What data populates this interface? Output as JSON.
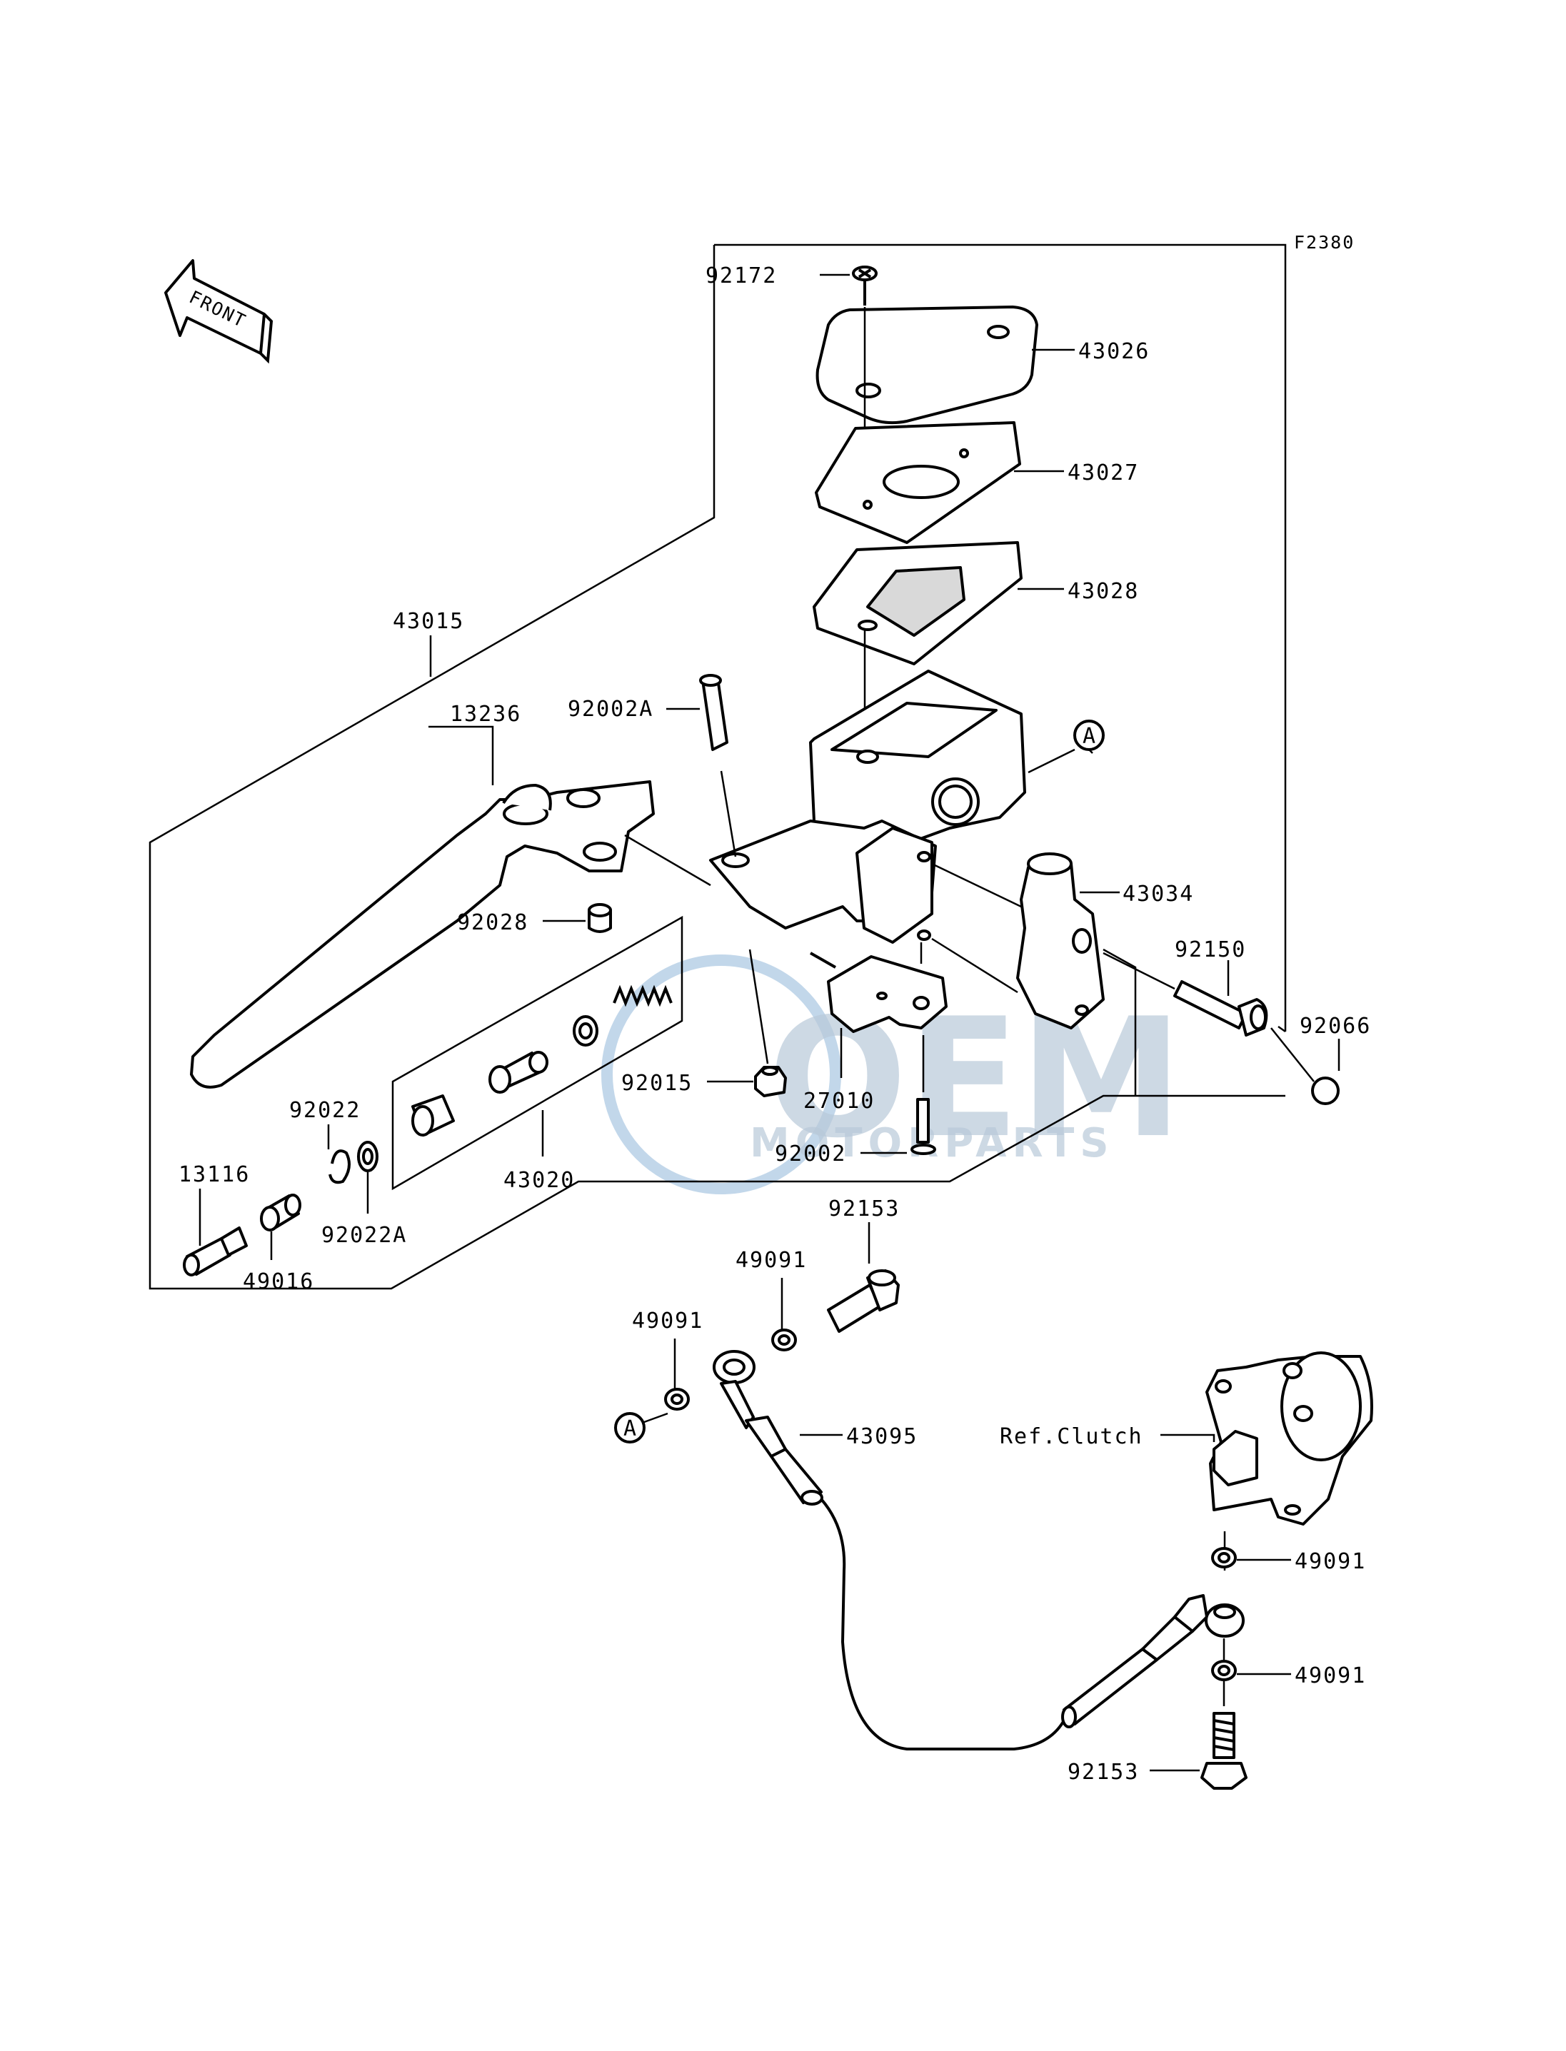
{
  "figure_code": "F2380",
  "front_arrow": {
    "text": "FRONT",
    "icon": "front-arrow-icon"
  },
  "labels": {
    "p92172": "92172",
    "p43026": "43026",
    "p43027": "43027",
    "p43028": "43028",
    "p43015": "43015",
    "p13236": "13236",
    "p92002A": "92002A",
    "p92028": "92028",
    "p43034": "43034",
    "p92150": "92150",
    "p92066": "92066",
    "p92015": "92015",
    "p27010": "27010",
    "p92002": "92002",
    "p92022": "92022",
    "p92022A": "92022A",
    "p13116": "13116",
    "p49016": "49016",
    "p43020": "43020",
    "p92153_top": "92153",
    "p49091_a": "49091",
    "p49091_b": "49091",
    "p43095": "43095",
    "ref_clutch": "Ref.Clutch",
    "p49091_c": "49091",
    "p49091_d": "49091",
    "p92153_bottom": "92153"
  },
  "ref_marks": {
    "a_top": "A",
    "a_bottom": "A"
  },
  "watermark": {
    "brand": "OEM",
    "sub": "MOTORPARTS",
    "color": "#8fb6d8"
  }
}
